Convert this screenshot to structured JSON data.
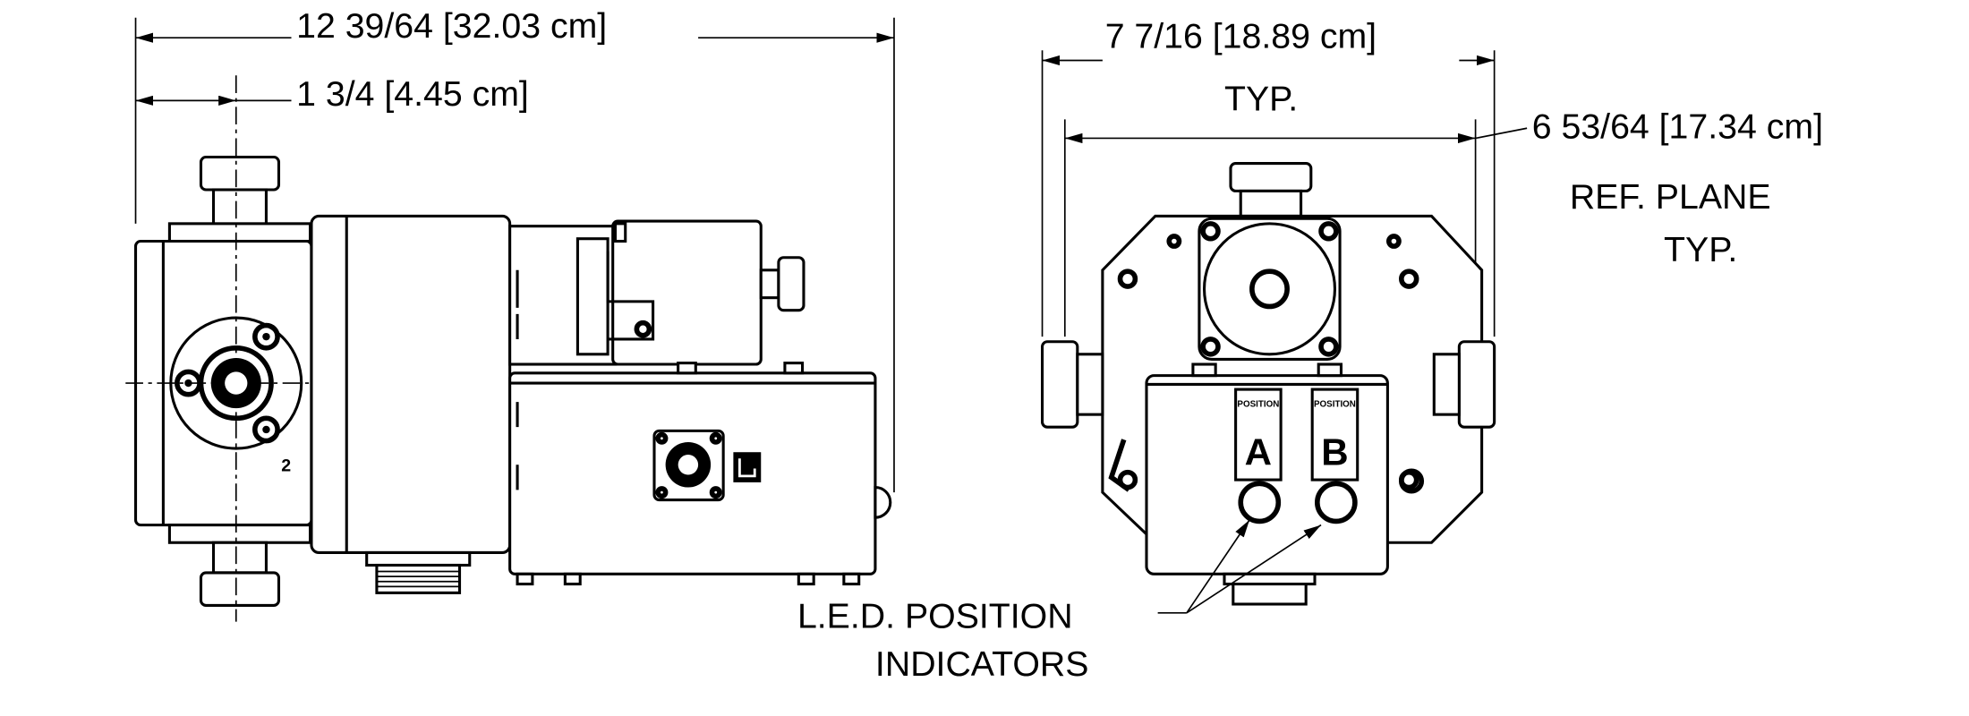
{
  "drawing": {
    "dimensions": {
      "overall_length": "12 39/64 [32.03 cm]",
      "flange_offset": "1 3/4 [4.45 cm]",
      "overall_width": "7 7/16 [18.89 cm]",
      "typ_label": "TYP.",
      "ref_plane_width": "6 53/64 [17.34 cm]",
      "ref_plane_label": "REF. PLANE",
      "ref_plane_typ": "TYP."
    },
    "callouts": {
      "led_line1": "L.E.D. POSITION",
      "led_line2": "INDICATORS",
      "port_number": "2",
      "position_a": "A",
      "position_b": "B",
      "position_word": "POSITION"
    }
  }
}
